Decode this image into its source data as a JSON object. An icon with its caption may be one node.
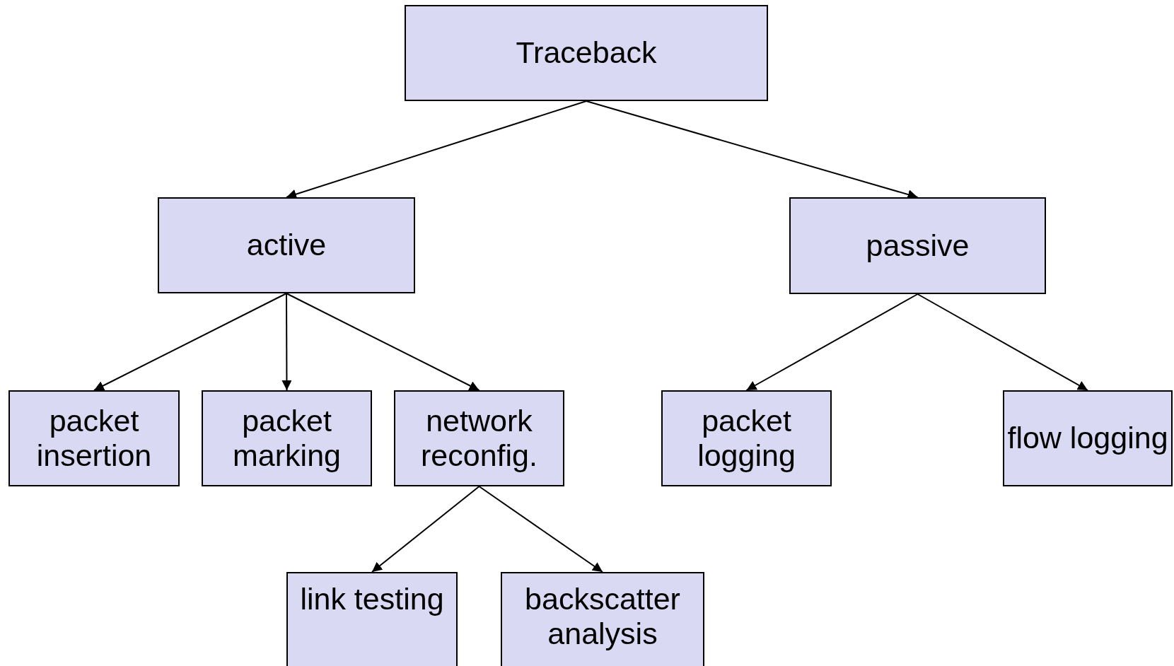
{
  "diagram": {
    "nodes": [
      {
        "text": [
          "Traceback"
        ]
      },
      {
        "text": [
          "active"
        ]
      },
      {
        "text": [
          "passive"
        ]
      },
      {
        "text": [
          "packet insertion"
        ]
      },
      {
        "text": [
          "packet marking"
        ]
      },
      {
        "text": [
          "network reconfig."
        ]
      },
      {
        "text": [
          "packet logging"
        ]
      },
      {
        "text": [
          "flow logging"
        ]
      },
      {
        "text": [
          "link testing"
        ]
      },
      {
        "text": [
          "backscatter analysis"
        ]
      }
    ],
    "edges": [
      {
        "from": 0,
        "to": 1,
        "arrow": "to"
      },
      {
        "from": 0,
        "to": 2,
        "arrow": "to"
      },
      {
        "from": 1,
        "to": 3,
        "arrow": "to"
      },
      {
        "from": 1,
        "to": 4,
        "arrow": "to"
      },
      {
        "from": 1,
        "to": 5,
        "arrow": "to"
      },
      {
        "from": 2,
        "to": 6,
        "arrow": "to"
      },
      {
        "from": 2,
        "to": 7,
        "arrow": "to"
      },
      {
        "from": 5,
        "to": 8,
        "arrow": "to"
      },
      {
        "from": 5,
        "to": 9,
        "arrow": "to"
      }
    ]
  }
}
